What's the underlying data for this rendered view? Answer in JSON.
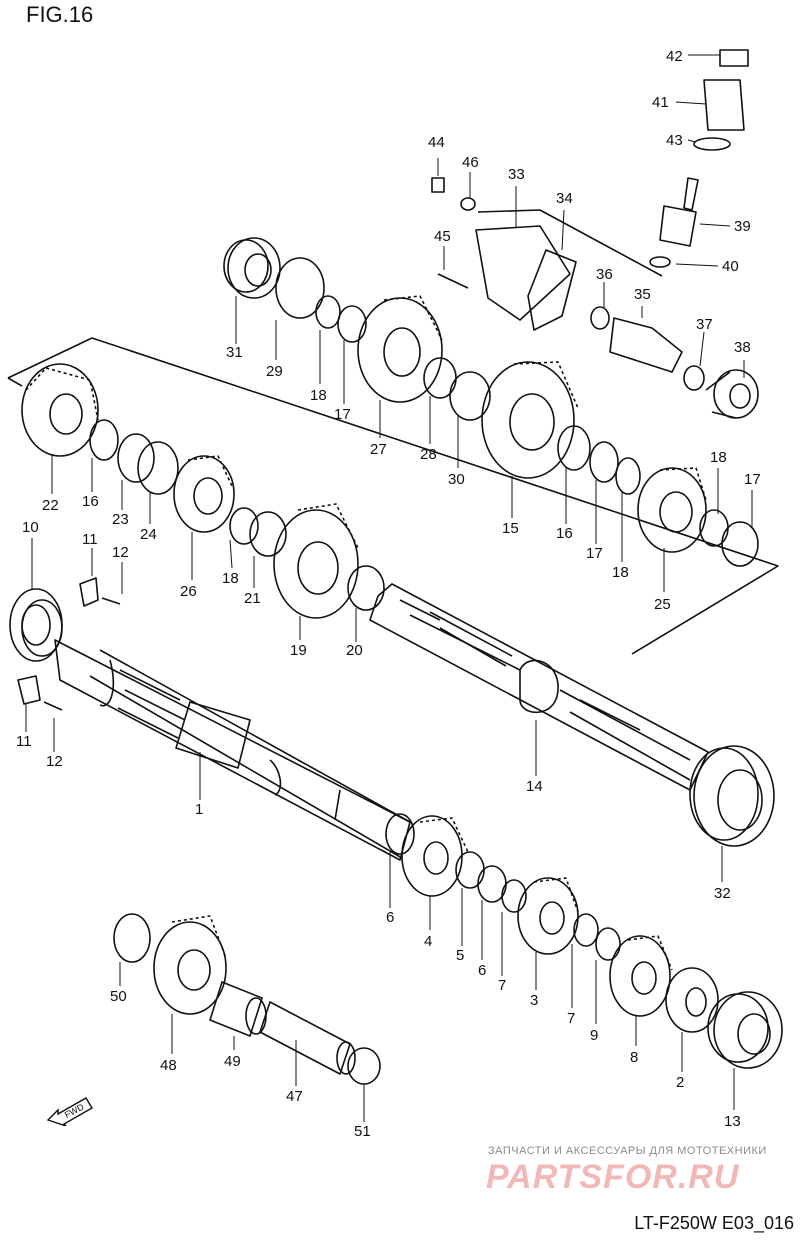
{
  "figure_title": "FIG.16",
  "drawing_code": "LT-F250W E03_016",
  "watermark": {
    "subtitle": "ЗАПЧАСТИ И АКСЕССУАРЫ ДЛЯ МОТОТЕХНИКИ",
    "logo": "PARTSFOR.RU"
  },
  "fwd_label": "FWD",
  "colors": {
    "line": "#111111",
    "watermark": "#f2b8b8"
  },
  "callouts": [
    {
      "id": "c42",
      "text": "42"
    },
    {
      "id": "c41",
      "text": "41"
    },
    {
      "id": "c43",
      "text": "43"
    },
    {
      "id": "c44",
      "text": "44"
    },
    {
      "id": "c46",
      "text": "46"
    },
    {
      "id": "c33",
      "text": "33"
    },
    {
      "id": "c34",
      "text": "34"
    },
    {
      "id": "c39",
      "text": "39"
    },
    {
      "id": "c45",
      "text": "45"
    },
    {
      "id": "c40",
      "text": "40"
    },
    {
      "id": "c36",
      "text": "36"
    },
    {
      "id": "c35",
      "text": "35"
    },
    {
      "id": "c37",
      "text": "37"
    },
    {
      "id": "c38",
      "text": "38"
    },
    {
      "id": "c31",
      "text": "31"
    },
    {
      "id": "c29",
      "text": "29"
    },
    {
      "id": "c18a",
      "text": "18"
    },
    {
      "id": "c17a",
      "text": "17"
    },
    {
      "id": "c27",
      "text": "27"
    },
    {
      "id": "c28",
      "text": "28"
    },
    {
      "id": "c30",
      "text": "30"
    },
    {
      "id": "c22",
      "text": "22"
    },
    {
      "id": "c16a",
      "text": "16"
    },
    {
      "id": "c23",
      "text": "23"
    },
    {
      "id": "c24",
      "text": "24"
    },
    {
      "id": "c15",
      "text": "15"
    },
    {
      "id": "c16b",
      "text": "16"
    },
    {
      "id": "c17b",
      "text": "17"
    },
    {
      "id": "c18b",
      "text": "18"
    },
    {
      "id": "c18c",
      "text": "18"
    },
    {
      "id": "c17c",
      "text": "17"
    },
    {
      "id": "c10",
      "text": "10"
    },
    {
      "id": "c11a",
      "text": "11"
    },
    {
      "id": "c12a",
      "text": "12"
    },
    {
      "id": "c26",
      "text": "26"
    },
    {
      "id": "c18d",
      "text": "18"
    },
    {
      "id": "c21",
      "text": "21"
    },
    {
      "id": "c25",
      "text": "25"
    },
    {
      "id": "c19",
      "text": "19"
    },
    {
      "id": "c20",
      "text": "20"
    },
    {
      "id": "c11b",
      "text": "11"
    },
    {
      "id": "c12b",
      "text": "12"
    },
    {
      "id": "c14",
      "text": "14"
    },
    {
      "id": "c1",
      "text": "1"
    },
    {
      "id": "c32",
      "text": "32"
    },
    {
      "id": "c6a",
      "text": "6"
    },
    {
      "id": "c4",
      "text": "4"
    },
    {
      "id": "c5",
      "text": "5"
    },
    {
      "id": "c6b",
      "text": "6"
    },
    {
      "id": "c7a",
      "text": "7"
    },
    {
      "id": "c3",
      "text": "3"
    },
    {
      "id": "c7b",
      "text": "7"
    },
    {
      "id": "c9",
      "text": "9"
    },
    {
      "id": "c8",
      "text": "8"
    },
    {
      "id": "c2",
      "text": "2"
    },
    {
      "id": "c50",
      "text": "50"
    },
    {
      "id": "c48",
      "text": "48"
    },
    {
      "id": "c49",
      "text": "49"
    },
    {
      "id": "c47",
      "text": "47"
    },
    {
      "id": "c51",
      "text": "51"
    },
    {
      "id": "c13",
      "text": "13"
    }
  ]
}
